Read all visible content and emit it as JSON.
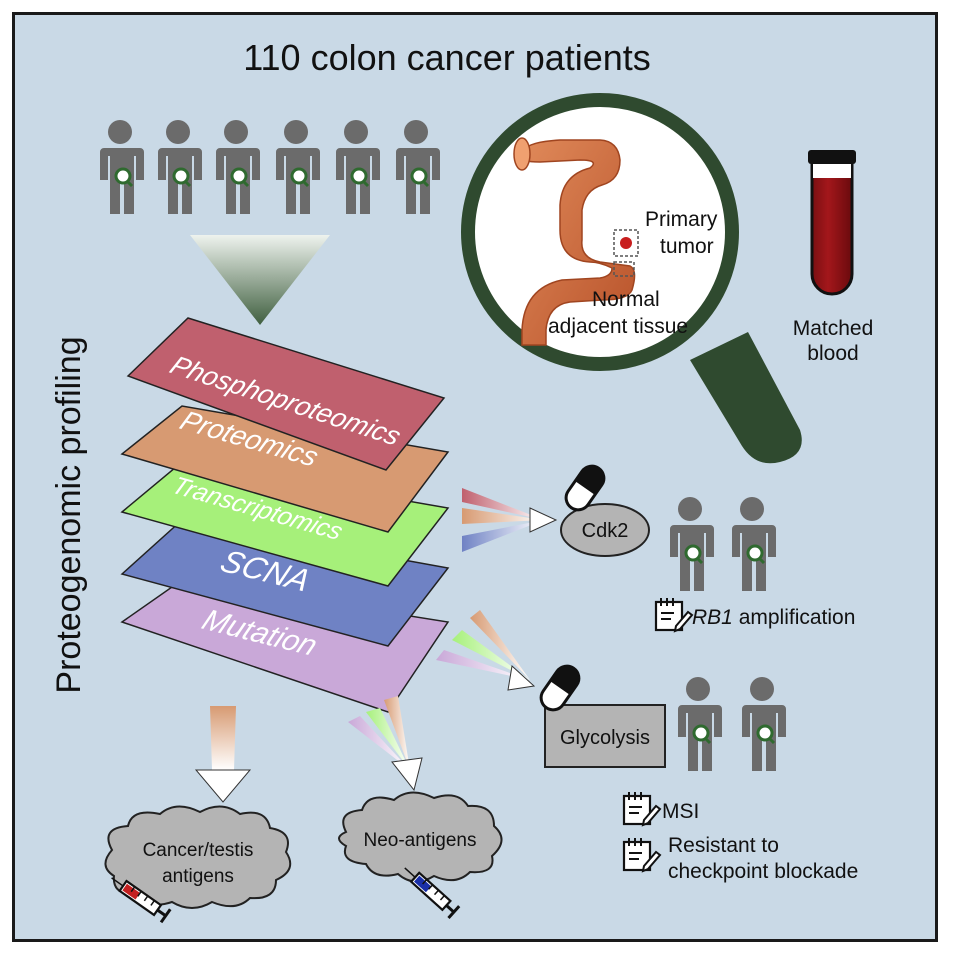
{
  "title": "110 colon cancer patients",
  "side_label": "Proteogenomic profiling",
  "layers": [
    "Phosphoproteomics",
    "Proteomics",
    "Transcriptomics",
    "SCNA",
    "Mutation"
  ],
  "tissue_labels": {
    "primary_line1": "Primary",
    "primary_line2": "tumor",
    "normal_line1": "Normal",
    "normal_line2": "adjacent tissue"
  },
  "blood_labels": {
    "line1": "Matched",
    "line2": "blood"
  },
  "targets": {
    "cdk2": "Cdk2",
    "glycolysis": "Glycolysis"
  },
  "notes": {
    "rb1_italic": "RB1",
    "rb1_rest": " amplification",
    "msi": "MSI",
    "resistant_line1": "Resistant to",
    "resistant_line2": "checkpoint blockade"
  },
  "antigens": {
    "ct_line1": "Cancer/testis",
    "ct_line2": "antigens",
    "neo": "Neo-antigens"
  },
  "colors": {
    "background": "#c9d9e6",
    "person": "#6b6b6b",
    "magnifier": "#2f4a2f",
    "phospho": "#c0606e",
    "proteomics": "#d79a72",
    "transcriptomics": "#a6f07a",
    "scna": "#6f82c4",
    "mutation": "#c9a8d8"
  }
}
